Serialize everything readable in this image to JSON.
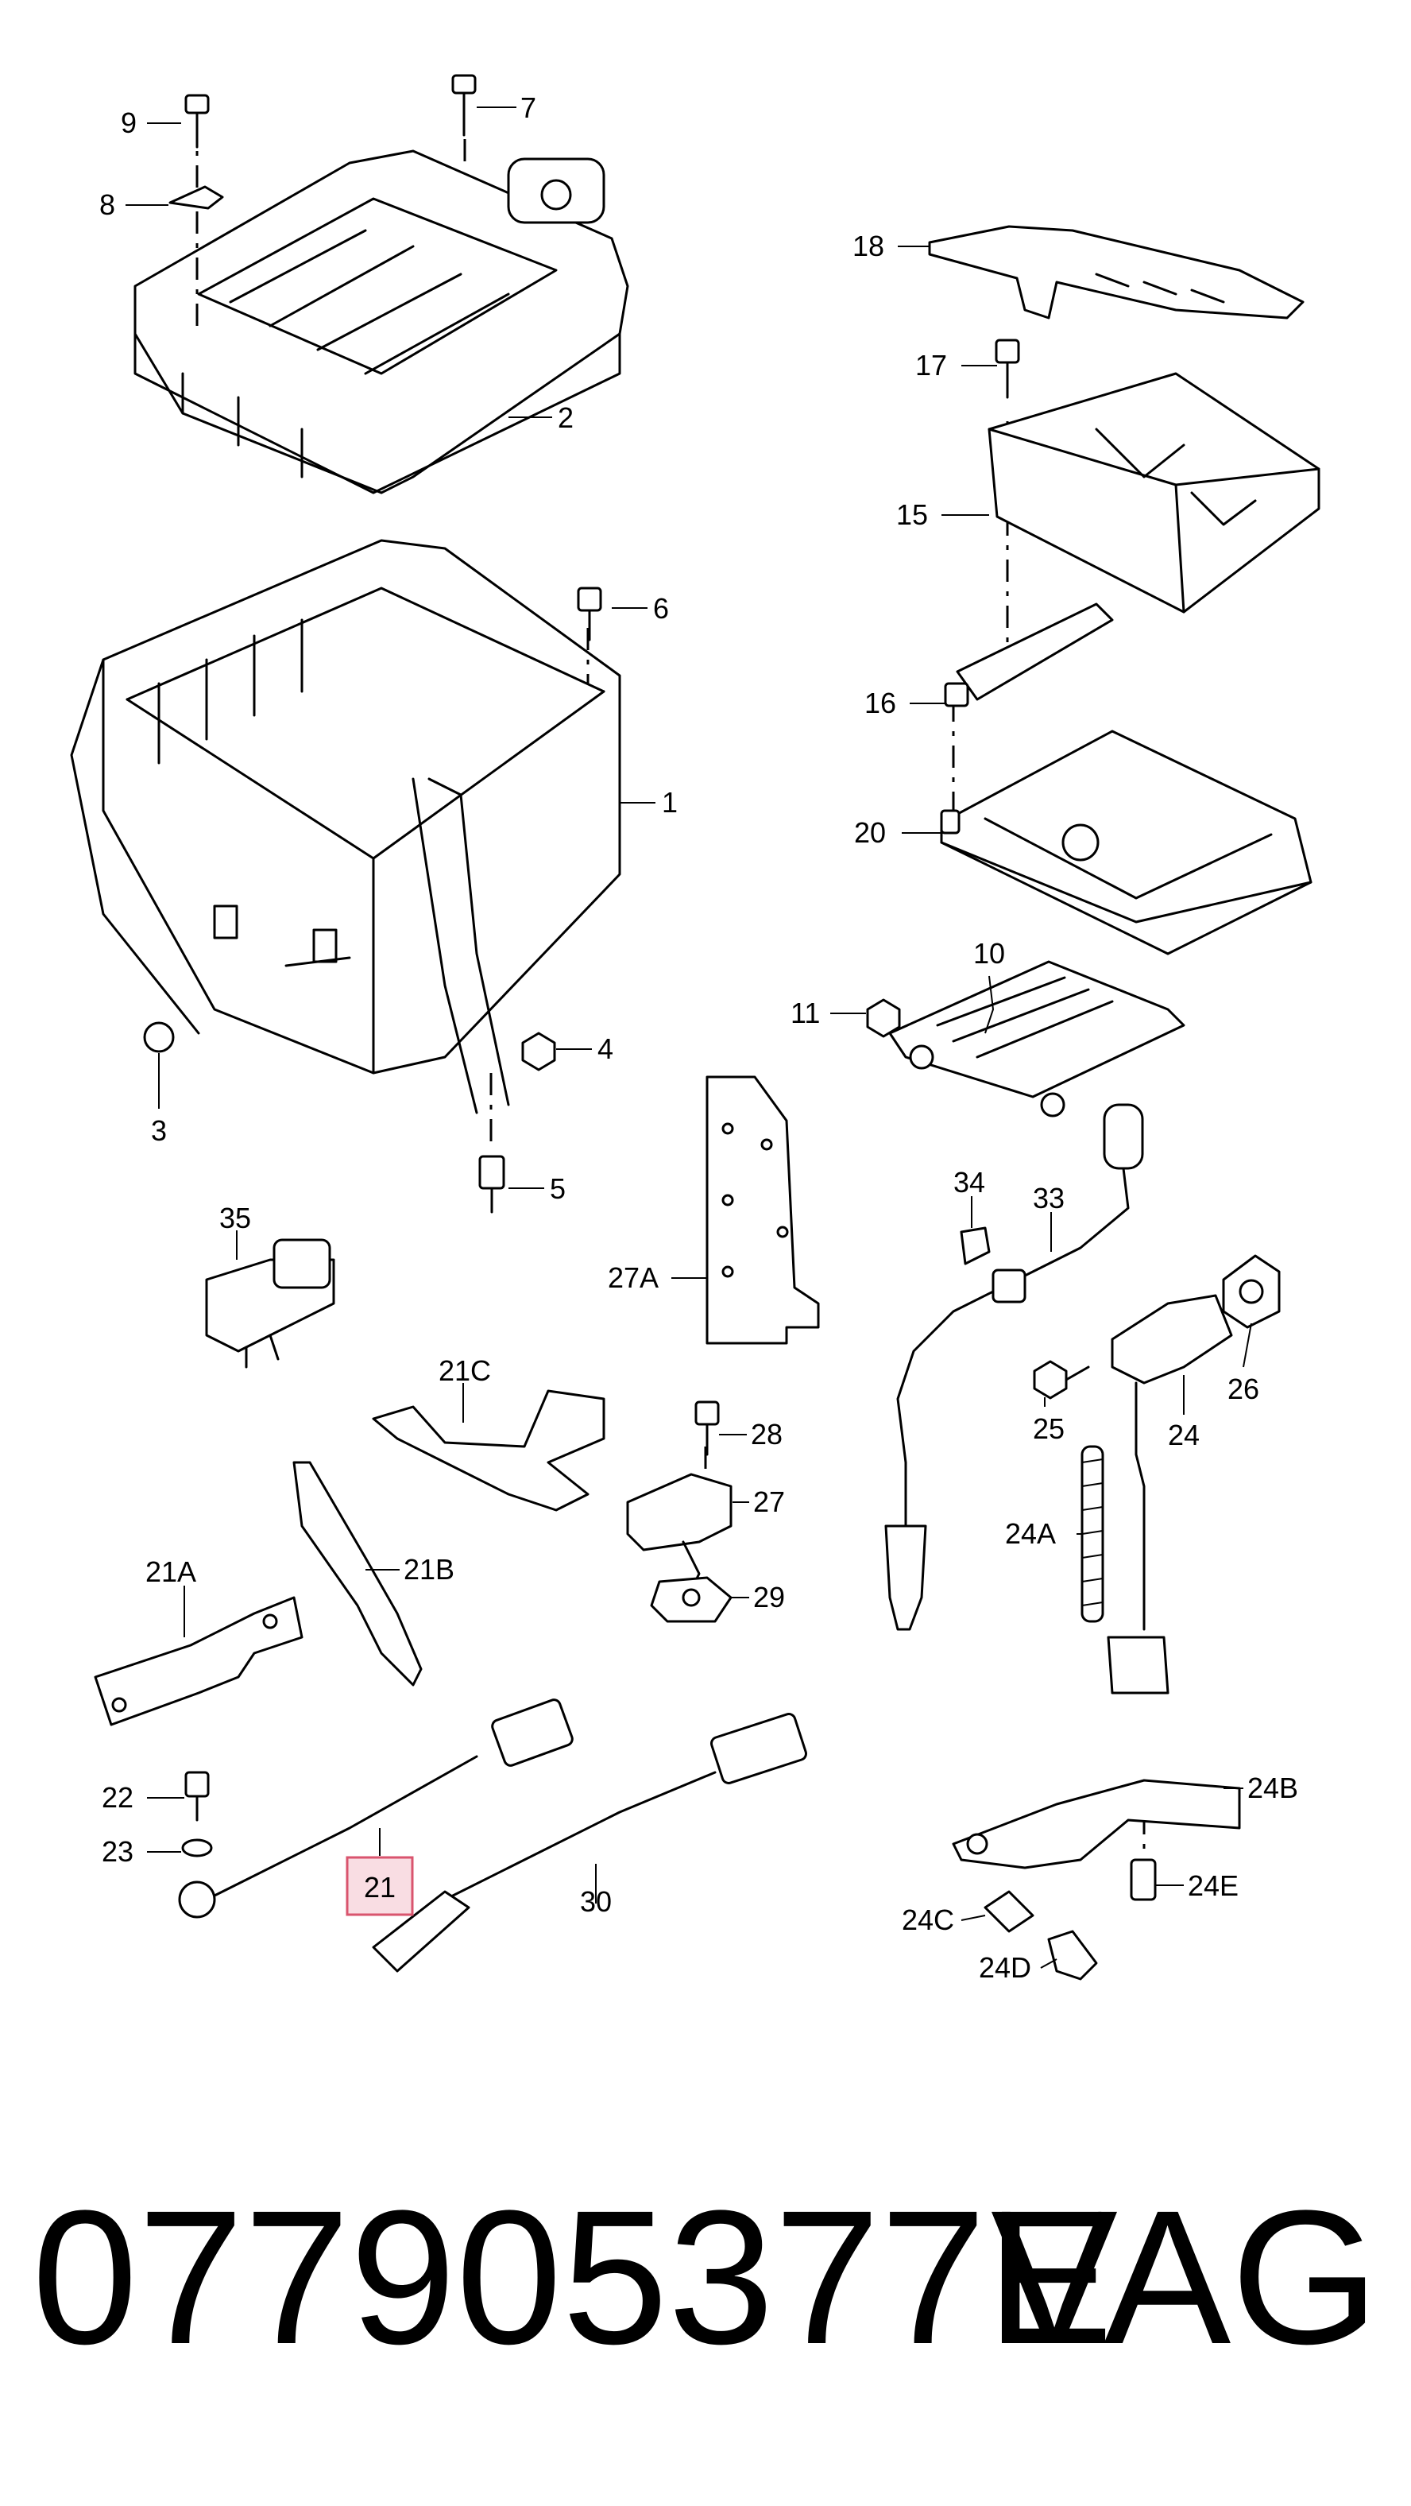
{
  "footer": {
    "part_number": "077905377E",
    "brand": "VAG"
  },
  "highlight_color": "#d9546e",
  "callouts": [
    {
      "id": "1",
      "text": "1"
    },
    {
      "id": "2",
      "text": "2"
    },
    {
      "id": "3",
      "text": "3"
    },
    {
      "id": "4",
      "text": "4"
    },
    {
      "id": "5",
      "text": "5"
    },
    {
      "id": "6",
      "text": "6"
    },
    {
      "id": "7",
      "text": "7"
    },
    {
      "id": "8",
      "text": "8"
    },
    {
      "id": "9",
      "text": "9"
    },
    {
      "id": "10",
      "text": "10"
    },
    {
      "id": "11",
      "text": "11"
    },
    {
      "id": "15",
      "text": "15"
    },
    {
      "id": "16",
      "text": "16"
    },
    {
      "id": "17",
      "text": "17"
    },
    {
      "id": "18",
      "text": "18"
    },
    {
      "id": "20",
      "text": "20"
    },
    {
      "id": "21",
      "text": "21",
      "highlighted": true
    },
    {
      "id": "21A",
      "text": "21A"
    },
    {
      "id": "21B",
      "text": "21B"
    },
    {
      "id": "21C",
      "text": "21C"
    },
    {
      "id": "22",
      "text": "22"
    },
    {
      "id": "23",
      "text": "23"
    },
    {
      "id": "24",
      "text": "24"
    },
    {
      "id": "24A",
      "text": "24A"
    },
    {
      "id": "24B",
      "text": "24B"
    },
    {
      "id": "24C",
      "text": "24C"
    },
    {
      "id": "24D",
      "text": "24D"
    },
    {
      "id": "24E",
      "text": "24E"
    },
    {
      "id": "25",
      "text": "25"
    },
    {
      "id": "26",
      "text": "26"
    },
    {
      "id": "27",
      "text": "27"
    },
    {
      "id": "27A",
      "text": "27A"
    },
    {
      "id": "28",
      "text": "28"
    },
    {
      "id": "29",
      "text": "29"
    },
    {
      "id": "30",
      "text": "30"
    },
    {
      "id": "33",
      "text": "33"
    },
    {
      "id": "34",
      "text": "34"
    },
    {
      "id": "35",
      "text": "35"
    }
  ]
}
